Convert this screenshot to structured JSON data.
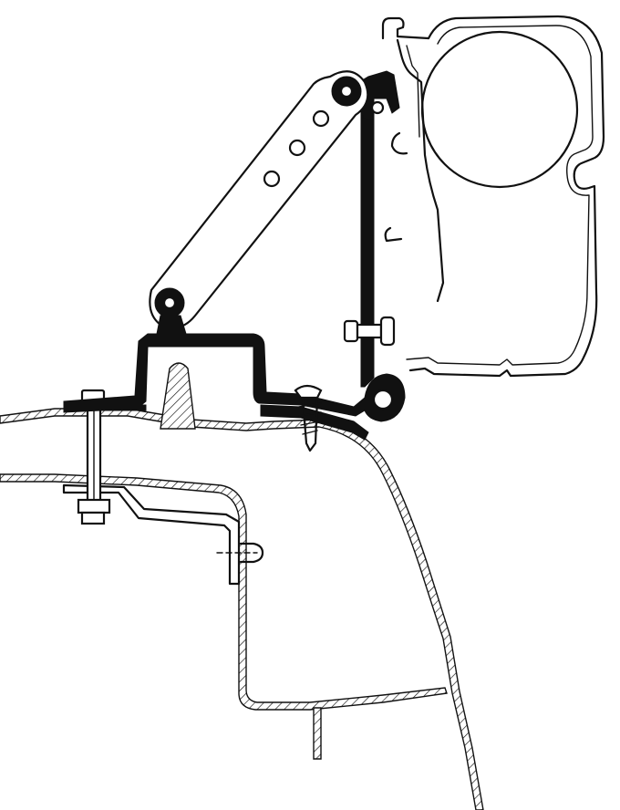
{
  "diagram": {
    "colors": {
      "line": "#111111",
      "background": "#ffffff"
    },
    "parts": [
      "awning-cassette",
      "awning-roller-tube",
      "support-arm",
      "mounting-bracket",
      "vertical-adapter-rail",
      "clamp-bolt",
      "wood-screw",
      "vehicle-roof-panel",
      "vehicle-inner-frame"
    ]
  }
}
